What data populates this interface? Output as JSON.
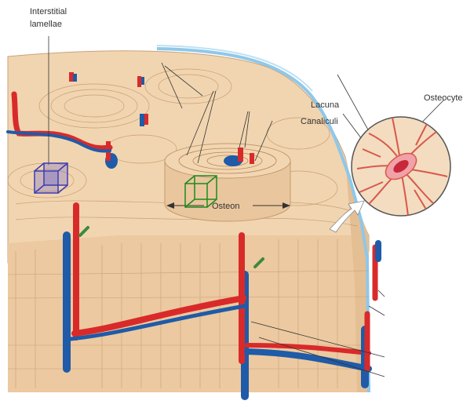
{
  "labels": {
    "interstitial_line1": "Interstitial",
    "interstitial_line2": "lamellae",
    "osteon": "Osteon",
    "lacuna": "Lacuna",
    "canaliculi": "Canaliculi",
    "osteocyte": "Osteocyte"
  },
  "icons": {
    "blue_marker": "wireframe-cube-icon",
    "green_marker": "wireframe-cube-icon"
  },
  "colors": {
    "bone": "#f1d5b0",
    "bone_dark": "#e3bf93",
    "lamella_line": "#b8875a",
    "artery": "#d92a2a",
    "vein": "#1f5ba8",
    "nerve": "#3c8a3c",
    "periosteum": "#8ec8ea",
    "cell_pink": "#f0a2a8",
    "blue_cube": "#3b3bb5",
    "green_cube": "#1d8a1d"
  }
}
